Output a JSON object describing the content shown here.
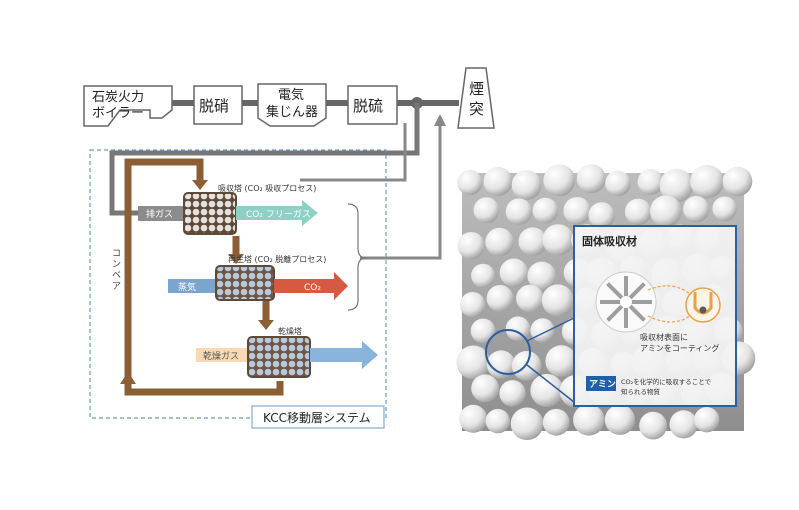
{
  "plant": {
    "boiler": [
      "石炭火力",
      "ボイラー"
    ],
    "denitration": "脱硝",
    "electrostatic": [
      "電気",
      "集じん器"
    ],
    "desulfurization": "脱硫",
    "stack": [
      "煙",
      "突"
    ]
  },
  "system": {
    "title": "KCC移動層システム",
    "conveyor": [
      "コ",
      "ン",
      "ベ",
      "ア"
    ],
    "absorber": "吸収塔 (CO₂ 吸収プロセス)",
    "regenerator": "再生塔 (CO₂ 脱離プロセス)",
    "dryer": "乾燥塔",
    "exhaust_gas": "排ガス",
    "co2_free_gas": "CO₂ フリーガス",
    "steam": "蒸気",
    "co2": "CO₂",
    "dry_gas": "乾燥ガス"
  },
  "photo": {
    "panel_title": "固体吸収材",
    "coating_note": [
      "吸収材表面に",
      "アミンをコーティング"
    ],
    "amine_badge": "アミン",
    "amine_desc": [
      "CO₂を化学的に吸収することで",
      "知られる物質"
    ]
  },
  "colors": {
    "pipe": "#6d6d6d",
    "conveyor_brown": "#8b5e34",
    "exhaust": "#8c8c8c",
    "co2_free": "#8fd0c6",
    "steam": "#7ba4cf",
    "co2_red": "#d55a41",
    "dry_gas": "#f7d9b6",
    "dry_out": "#8ab4dc",
    "panel_border": "#2c5f9e",
    "badge_bg": "#1f5fae"
  }
}
